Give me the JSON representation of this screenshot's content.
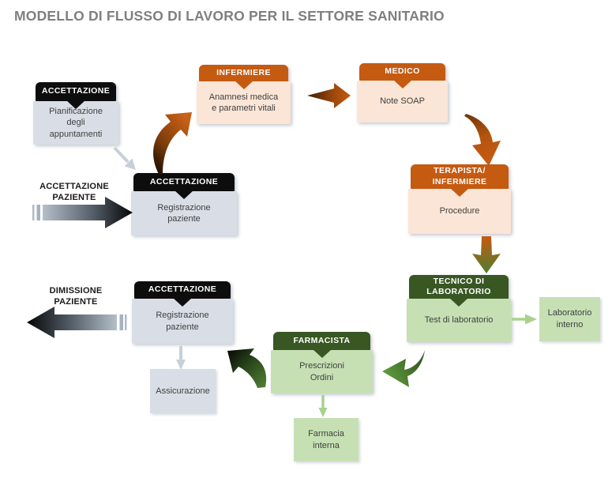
{
  "title": "MODELLO DI FLUSSO DI LAVORO PER IL SETTORE SANITARIO",
  "palette": {
    "orange_header": "#c55a11",
    "orange_body": "#fbe5d6",
    "green_header": "#385723",
    "green_body": "#c6e0b4",
    "black_header": "#0d0d0d",
    "gray_body": "#d9dee6",
    "arrow_gray": "#c7cfd9",
    "arrow_green_light": "#a9d18e",
    "title_gray": "#7f7f7f"
  },
  "nodes": [
    {
      "id": "accettazione-pianificazione",
      "header": "ACCETTAZIONE",
      "body": "Pianificazione degli\nappuntamenti",
      "theme": "black"
    },
    {
      "id": "infermiere",
      "header": "INFERMIERE",
      "body": "Anamnesi medica\ne parametri vitali",
      "theme": "orange"
    },
    {
      "id": "medico",
      "header": "MEDICO",
      "body": "Note SOAP",
      "theme": "orange"
    },
    {
      "id": "terapista-infermiere",
      "header": "TERAPISTA/\nINFERMIERE",
      "body": "Procedure",
      "theme": "orange"
    },
    {
      "id": "accettazione-registrazione-1",
      "header": "ACCETTAZIONE",
      "body": "Registrazione\npaziente",
      "theme": "black"
    },
    {
      "id": "tecnico-di-laboratorio",
      "header": "TECNICO DI\nLABORATORIO",
      "body": "Test di laboratorio",
      "theme": "green"
    },
    {
      "id": "accettazione-registrazione-2",
      "header": "ACCETTAZIONE",
      "body": "Registrazione\npaziente",
      "theme": "black"
    },
    {
      "id": "farmacista",
      "header": "FARMACISTA",
      "body": "Prescrizioni\nOrdini",
      "theme": "green"
    }
  ],
  "boxes": [
    {
      "id": "laboratorio-interno",
      "label": "Laboratorio\ninterno",
      "theme": "green"
    },
    {
      "id": "assicurazione",
      "label": "Assicurazione",
      "theme": "gray"
    },
    {
      "id": "farmacia-interna",
      "label": "Farmacia\ninterna",
      "theme": "green"
    }
  ],
  "flows": [
    {
      "id": "accettazione-paziente",
      "label": "ACCETTAZIONE\nPAZIENTE",
      "direction": "right"
    },
    {
      "id": "dimissione-paziente",
      "label": "DIMISSIONE\nPAZIENTE",
      "direction": "left"
    }
  ]
}
